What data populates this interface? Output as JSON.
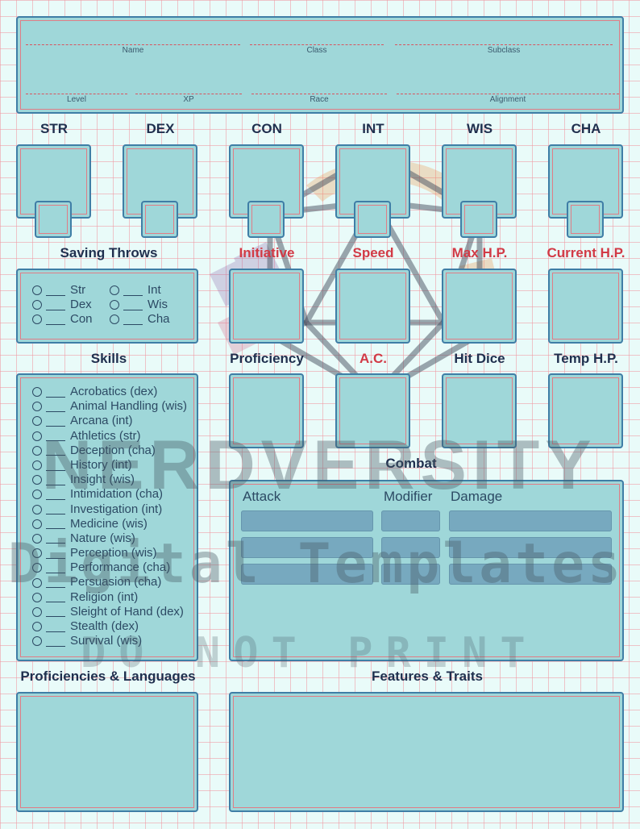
{
  "header": {
    "row1": [
      "Name",
      "Class",
      "Subclass"
    ],
    "row2": [
      "Level",
      "XP",
      "Race",
      "Alignment"
    ]
  },
  "abilities": [
    "STR",
    "DEX",
    "CON",
    "INT",
    "WIS",
    "CHA"
  ],
  "row2_labels": {
    "saving_throws": "Saving Throws",
    "initiative": "Initiative",
    "speed": "Speed",
    "max_hp": "Max H.P.",
    "current_hp": "Current H.P."
  },
  "saving_throws": [
    "Str",
    "Int",
    "Dex",
    "Wis",
    "Con",
    "Cha"
  ],
  "row3_labels": {
    "skills": "Skills",
    "proficiency": "Proficiency",
    "ac": "A.C.",
    "hit_dice": "Hit Dice",
    "temp_hp": "Temp H.P."
  },
  "skills": [
    "Acrobatics (dex)",
    "Animal Handling (wis)",
    "Arcana (int)",
    "Athletics (str)",
    "Deception (cha)",
    "History (int)",
    "Insight (wis)",
    "Intimidation (cha)",
    "Investigation (int)",
    "Medicine (wis)",
    "Nature (wis)",
    "Perception (wis)",
    "Performance (cha)",
    "Persuasion (cha)",
    "Religion (int)",
    "Sleight of Hand (dex)",
    "Stealth (dex)",
    "Survival (wis)"
  ],
  "combat": {
    "title": "Combat",
    "headers": [
      "Attack",
      "Modifier",
      "Damage"
    ]
  },
  "bottom_labels": {
    "proficiencies": "Proficiencies & Languages",
    "features": "Features & Traits"
  },
  "watermark": {
    "line1": "NERDVERSITY",
    "line2": "Digital Templates",
    "line3": "DO NOT PRINT"
  },
  "colors": {
    "box_fill": "#9fd7d9",
    "box_border": "#3f7ea6",
    "label_dark": "#1f2f4e",
    "label_red": "#d23a46",
    "grid": "#f096a0"
  }
}
